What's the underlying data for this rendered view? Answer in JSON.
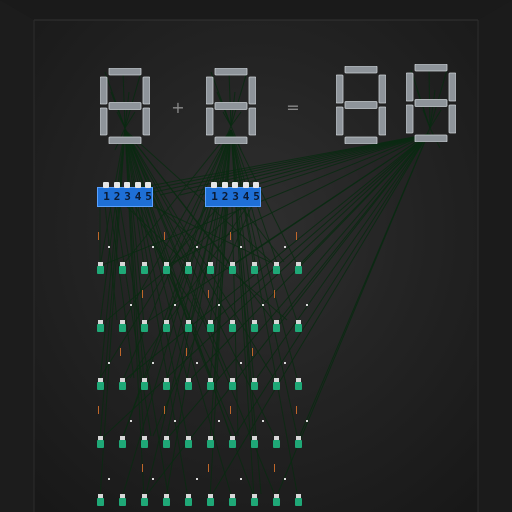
{
  "equation": {
    "operand_a_digits": 1,
    "operand_b_digits": 1,
    "result_digits": 2,
    "plus_symbol": "+",
    "equals_symbol": "="
  },
  "switch_panels": [
    {
      "name": "input-a-switches",
      "labels": [
        "1",
        "2",
        "3",
        "4",
        "5"
      ]
    },
    {
      "name": "input-b-switches",
      "labels": [
        "1",
        "2",
        "3",
        "4",
        "5"
      ]
    }
  ],
  "colors": {
    "background": "#232323",
    "segment_off": "#8e949a",
    "wire": "#0a2a12",
    "switch_panel": "#1e6fd6",
    "gate": "#1fa877",
    "gate_cap": "#d7d7d7",
    "marker": "#c0672a"
  }
}
